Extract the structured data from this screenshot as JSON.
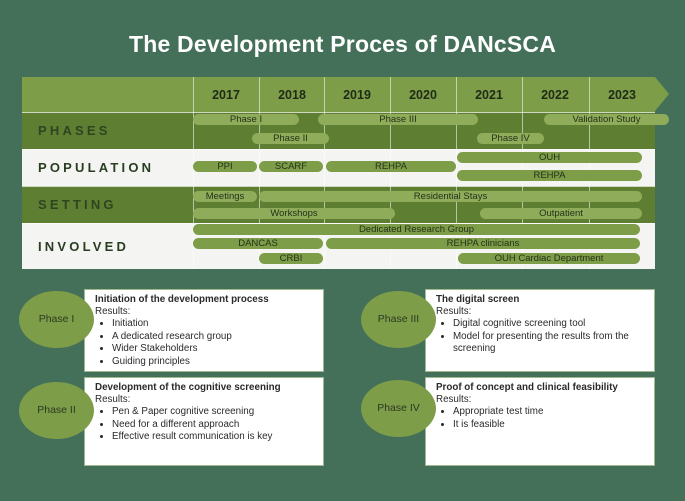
{
  "title": "The Development Proces of DANcSCA",
  "years": [
    "2017",
    "2018",
    "2019",
    "2020",
    "2021",
    "2022",
    "2023"
  ],
  "rows": {
    "phases": "PHASES",
    "population": "POPULATION",
    "setting": "SETTING",
    "involved": "INVOLVED"
  },
  "timeline": {
    "phase1": "Phase I",
    "phase2": "Phase II",
    "phase3": "Phase III",
    "phase4": "Phase IV",
    "validation": "Validation Study",
    "ppi": "PPI",
    "scarf": "SCARF",
    "rehpa_pop": "REHPA",
    "ouh": "OUH",
    "rehpa_pop2": "REHPA",
    "meetings": "Meetings",
    "residential": "Residential Stays",
    "workshops": "Workshops",
    "outpatient": "Outpatient",
    "dedicated": "Dedicated Research Group",
    "dancas": "DANCAS",
    "rehpa_clin": "REHPA clinicians",
    "crbi": "CRBI",
    "ouh_cardiac": "OUH Cardiac Department"
  },
  "phase_cards": [
    {
      "circle": "Phase I",
      "heading": "Initiation of the development process",
      "results_label": "Results:",
      "items": [
        "Initiation",
        "A dedicated research group",
        "Wider Stakeholders",
        "Guiding principles"
      ]
    },
    {
      "circle": "Phase II",
      "heading": "Development of the cognitive screening",
      "results_label": "Results:",
      "items": [
        "Pen & Paper cognitive screening",
        "Need for a different approach",
        "Effective result communication is key"
      ]
    },
    {
      "circle": "Phase III",
      "heading": "The digital screen",
      "results_label": "Results:",
      "items": [
        "Digital cognitive screening tool",
        "Model for presenting the results from the screening"
      ]
    },
    {
      "circle": "Phase IV",
      "heading": "Proof of concept and clinical feasibility",
      "results_label": "Results:",
      "items": [
        "Appropriate test time",
        "It is feasible"
      ]
    }
  ]
}
